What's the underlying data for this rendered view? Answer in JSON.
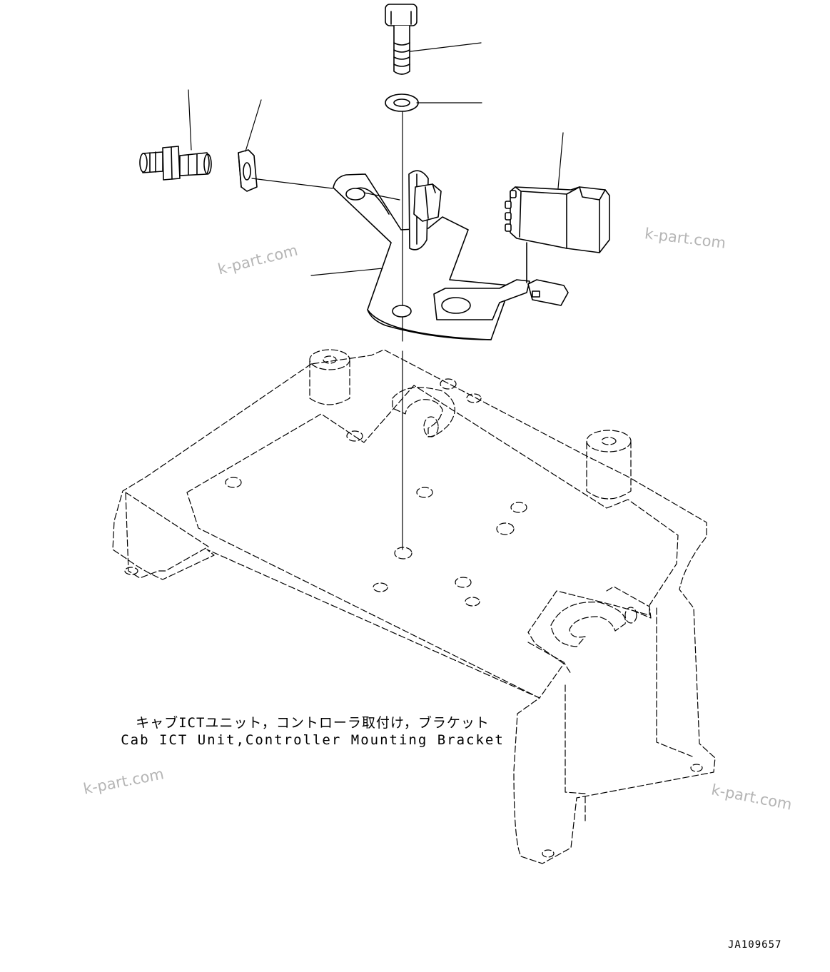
{
  "caption": {
    "japanese": "キャブICTユニット，コントローラ取付け，ブラケット",
    "english": "Cab ICT Unit,Controller Mounting Bracket"
  },
  "drawing_number": "JA109657",
  "watermarks": [
    "k-part.com",
    "k-part.com",
    "k-part.com",
    "k-part.com"
  ]
}
